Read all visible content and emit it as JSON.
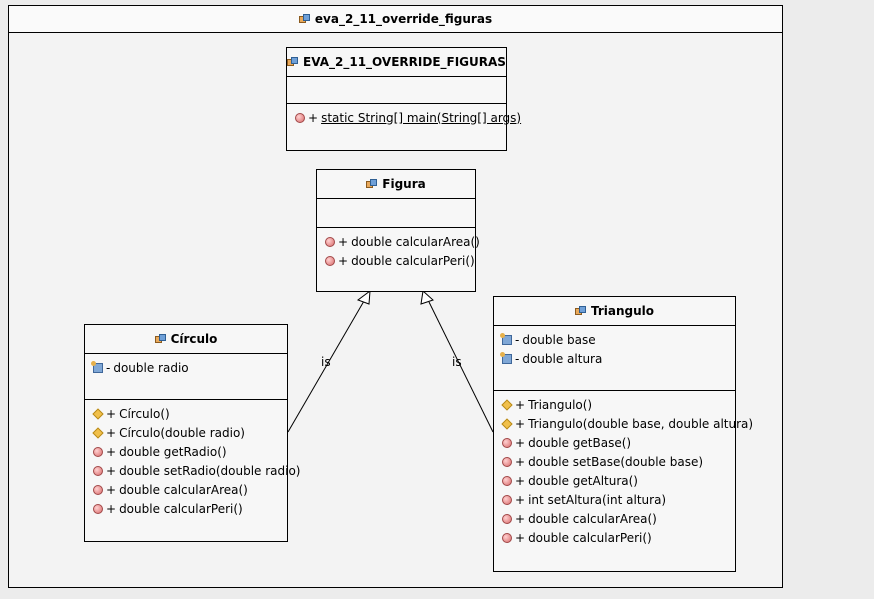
{
  "package": {
    "title": "eva_2_11_override_figuras"
  },
  "main_class": {
    "name": "EVA_2_11_OVERRIDE_FIGURAS",
    "attributes": [],
    "methods": [
      {
        "vis": "+",
        "text": "static String[] main(String[] args)",
        "icon": "method-icon",
        "static": true
      }
    ]
  },
  "figura": {
    "name": "Figura",
    "attributes": [],
    "methods": [
      {
        "vis": "+",
        "text": "double calcularArea()",
        "icon": "method-icon"
      },
      {
        "vis": "+",
        "text": "double calcularPeri()",
        "icon": "method-icon"
      }
    ]
  },
  "circulo": {
    "name": "Círculo",
    "attributes": [
      {
        "vis": "-",
        "text": "double radio",
        "icon": "field-icon"
      }
    ],
    "methods": [
      {
        "vis": "+",
        "text": "Círculo()",
        "icon": "constructor-icon"
      },
      {
        "vis": "+",
        "text": "Círculo(double radio)",
        "icon": "constructor-icon"
      },
      {
        "vis": "+",
        "text": "double getRadio()",
        "icon": "method-icon"
      },
      {
        "vis": "+",
        "text": "double setRadio(double radio)",
        "icon": "method-icon"
      },
      {
        "vis": "+",
        "text": "double calcularArea()",
        "icon": "method-icon"
      },
      {
        "vis": "+",
        "text": "double calcularPeri()",
        "icon": "method-icon"
      }
    ]
  },
  "triangulo": {
    "name": "Triangulo",
    "attributes": [
      {
        "vis": "-",
        "text": "double base",
        "icon": "field-icon"
      },
      {
        "vis": "-",
        "text": "double altura",
        "icon": "field-icon"
      }
    ],
    "methods": [
      {
        "vis": "+",
        "text": "Triangulo()",
        "icon": "constructor-icon"
      },
      {
        "vis": "+",
        "text": "Triangulo(double base, double altura)",
        "icon": "constructor-icon"
      },
      {
        "vis": "+",
        "text": "double getBase()",
        "icon": "method-icon"
      },
      {
        "vis": "+",
        "text": "double setBase(double base)",
        "icon": "method-icon"
      },
      {
        "vis": "+",
        "text": "double getAltura()",
        "icon": "method-icon"
      },
      {
        "vis": "+",
        "text": "int setAltura(int altura)",
        "icon": "method-icon"
      },
      {
        "vis": "+",
        "text": "double calcularArea()",
        "icon": "method-icon"
      },
      {
        "vis": "+",
        "text": "double calcularPeri()",
        "icon": "method-icon"
      }
    ]
  },
  "relations": {
    "circulo_label": "is",
    "triangulo_label": "is"
  }
}
